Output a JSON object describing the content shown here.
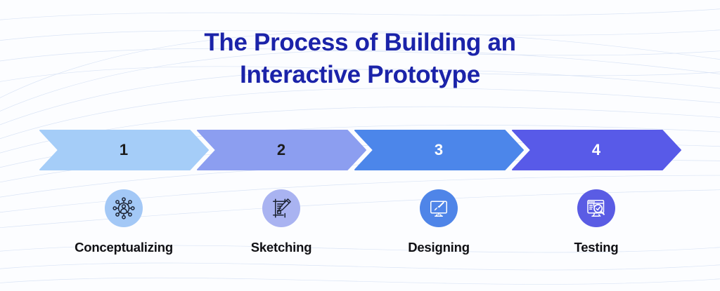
{
  "title": {
    "line1": "The Process of Building an",
    "line2": "Interactive Prototype",
    "color": "#1b23a9"
  },
  "steps": [
    {
      "number": "1",
      "label": "Conceptualizing",
      "icon": "network-people-icon",
      "chevron_color": "#a5cdf8",
      "number_color": "#1c1c1c",
      "circle_color": "#a3c8f6",
      "icon_color": "#1c2333"
    },
    {
      "number": "2",
      "label": "Sketching",
      "icon": "sketchpad-pencil-icon",
      "chevron_color": "#8c9ef0",
      "number_color": "#1c1c1c",
      "circle_color": "#a9b3f1",
      "icon_color": "#1c2333"
    },
    {
      "number": "3",
      "label": "Designing",
      "icon": "monitor-paintbrush-icon",
      "chevron_color": "#4c86ea",
      "number_color": "#ffffff",
      "circle_color": "#4f85e8",
      "icon_color": "#ffffff"
    },
    {
      "number": "4",
      "label": "Testing",
      "icon": "browser-magnifier-check-icon",
      "chevron_color": "#585ae8",
      "number_color": "#ffffff",
      "circle_color": "#5a5ce4",
      "icon_color": "#ffffff"
    }
  ],
  "background": {
    "wave_line_color": "#b7cbec",
    "page_color": "#fcfdff"
  }
}
